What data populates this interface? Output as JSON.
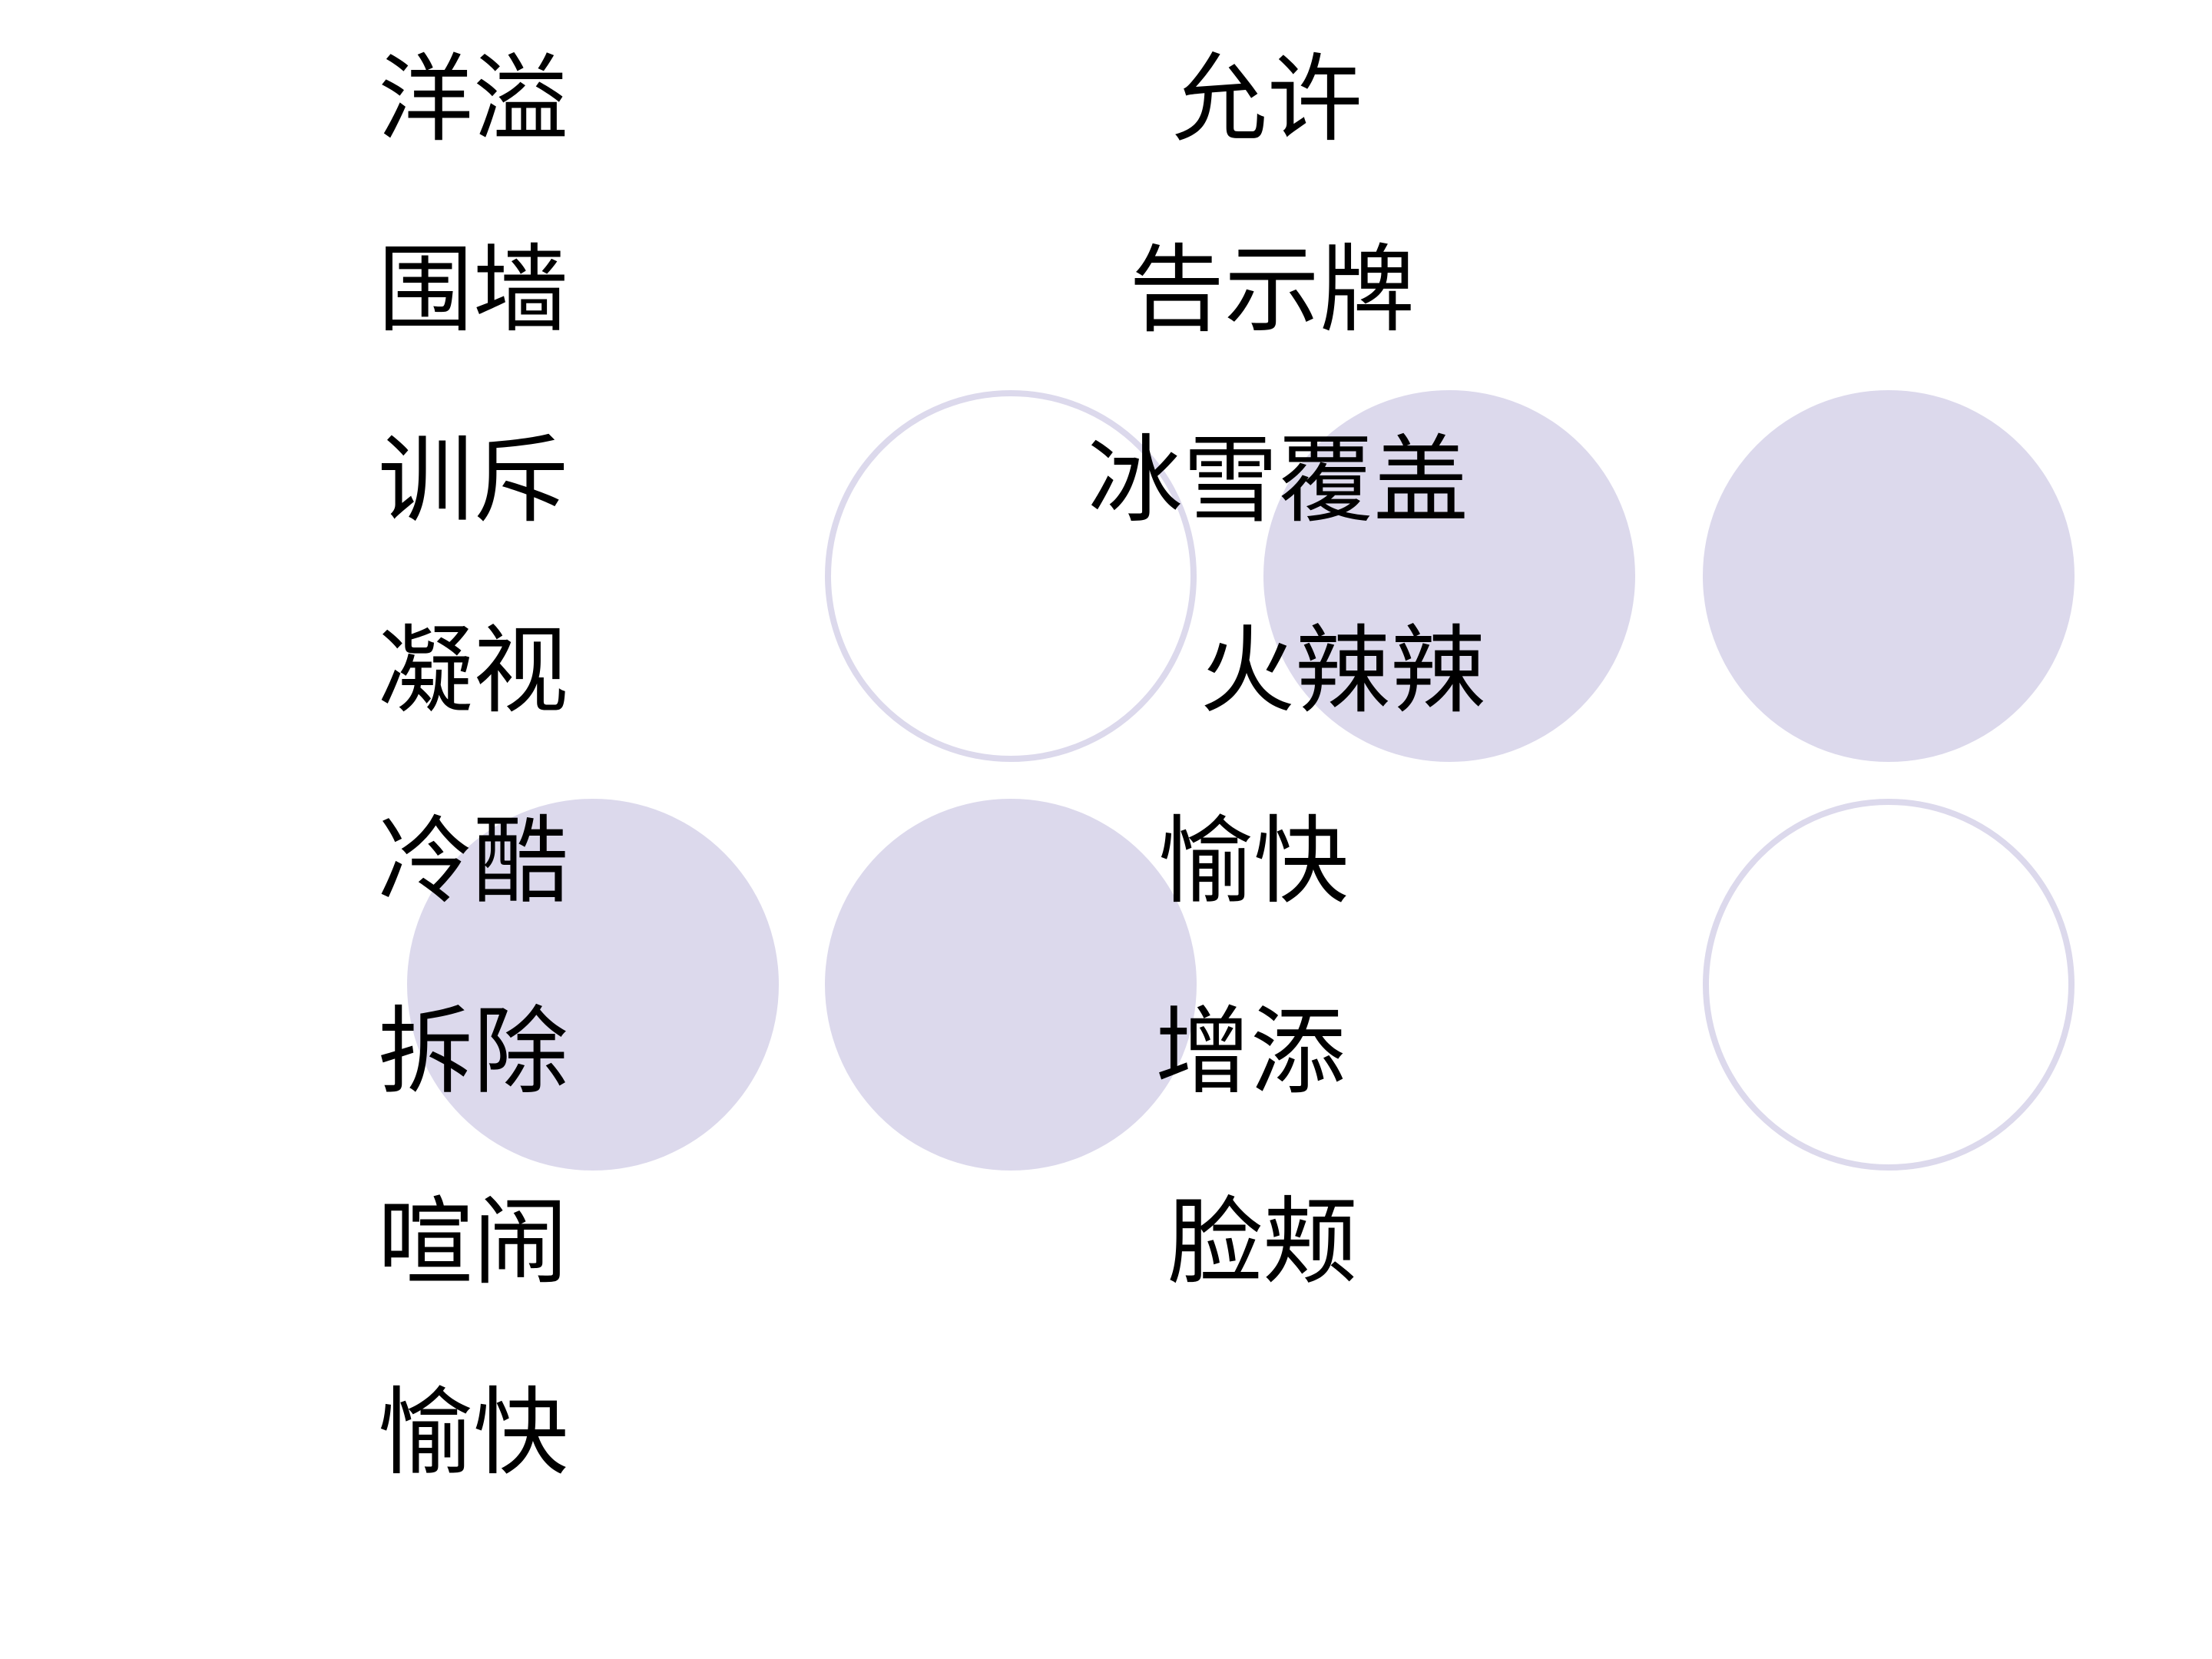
{
  "slide": {
    "left_words": [
      "洋溢",
      "围墙",
      "训斥",
      "凝视",
      "冷酷",
      "拆除",
      "喧闹",
      "愉快"
    ],
    "right_words": [
      "允许",
      "告示牌",
      "冰雪覆盖",
      "火辣辣",
      "愉快",
      "增添",
      "脸颊"
    ],
    "decor": {
      "circle_color": "#dcd9ec",
      "circle_styles": [
        "outline",
        "filled",
        "filled",
        "filled",
        "filled",
        "outline"
      ]
    }
  }
}
